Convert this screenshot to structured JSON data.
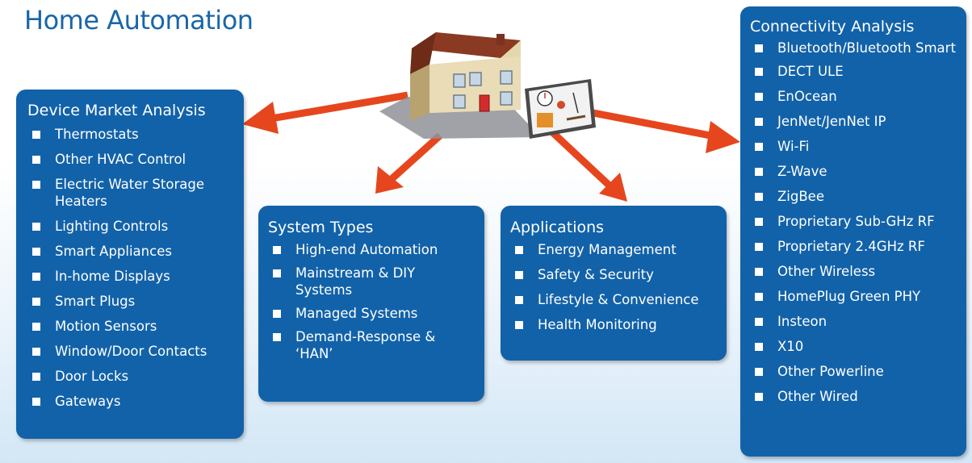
{
  "title": "Home Automation",
  "device_market": {
    "heading": "Device Market Analysis",
    "items": [
      "Thermostats",
      "Other HVAC Control",
      "Electric Water Storage Heaters",
      "Lighting Controls",
      "Smart Appliances",
      "In-home Displays",
      "Smart Plugs",
      "Motion Sensors",
      "Window/Door Contacts",
      "Door Locks",
      "Gateways"
    ]
  },
  "system_types": {
    "heading": "System Types",
    "items": [
      "High-end Automation",
      "Mainstream & DIY Systems",
      "Managed Systems",
      "Demand-Response & ‘HAN’"
    ]
  },
  "applications": {
    "heading": "Applications",
    "items": [
      "Energy Management",
      "Safety & Security",
      "Lifestyle & Convenience",
      "Health Monitoring"
    ]
  },
  "connectivity": {
    "heading": "Connectivity Analysis",
    "items": [
      "Bluetooth/Bluetooth Smart",
      "DECT ULE",
      "EnOcean",
      "JenNet/JenNet IP",
      "Wi-Fi",
      "Z-Wave",
      "ZigBee",
      "Proprietary Sub-GHz RF",
      "Proprietary 2.4GHz RF",
      "Other Wireless",
      "HomePlug Green PHY",
      "Insteon",
      "X10",
      "Other Powerline",
      "Other Wired"
    ]
  },
  "colors": {
    "box": "#1262a9",
    "arrow": "#e6461d",
    "title": "#1a66a8"
  },
  "icons": {
    "house": "house-illustration",
    "display": "in-home-display-illustration"
  }
}
